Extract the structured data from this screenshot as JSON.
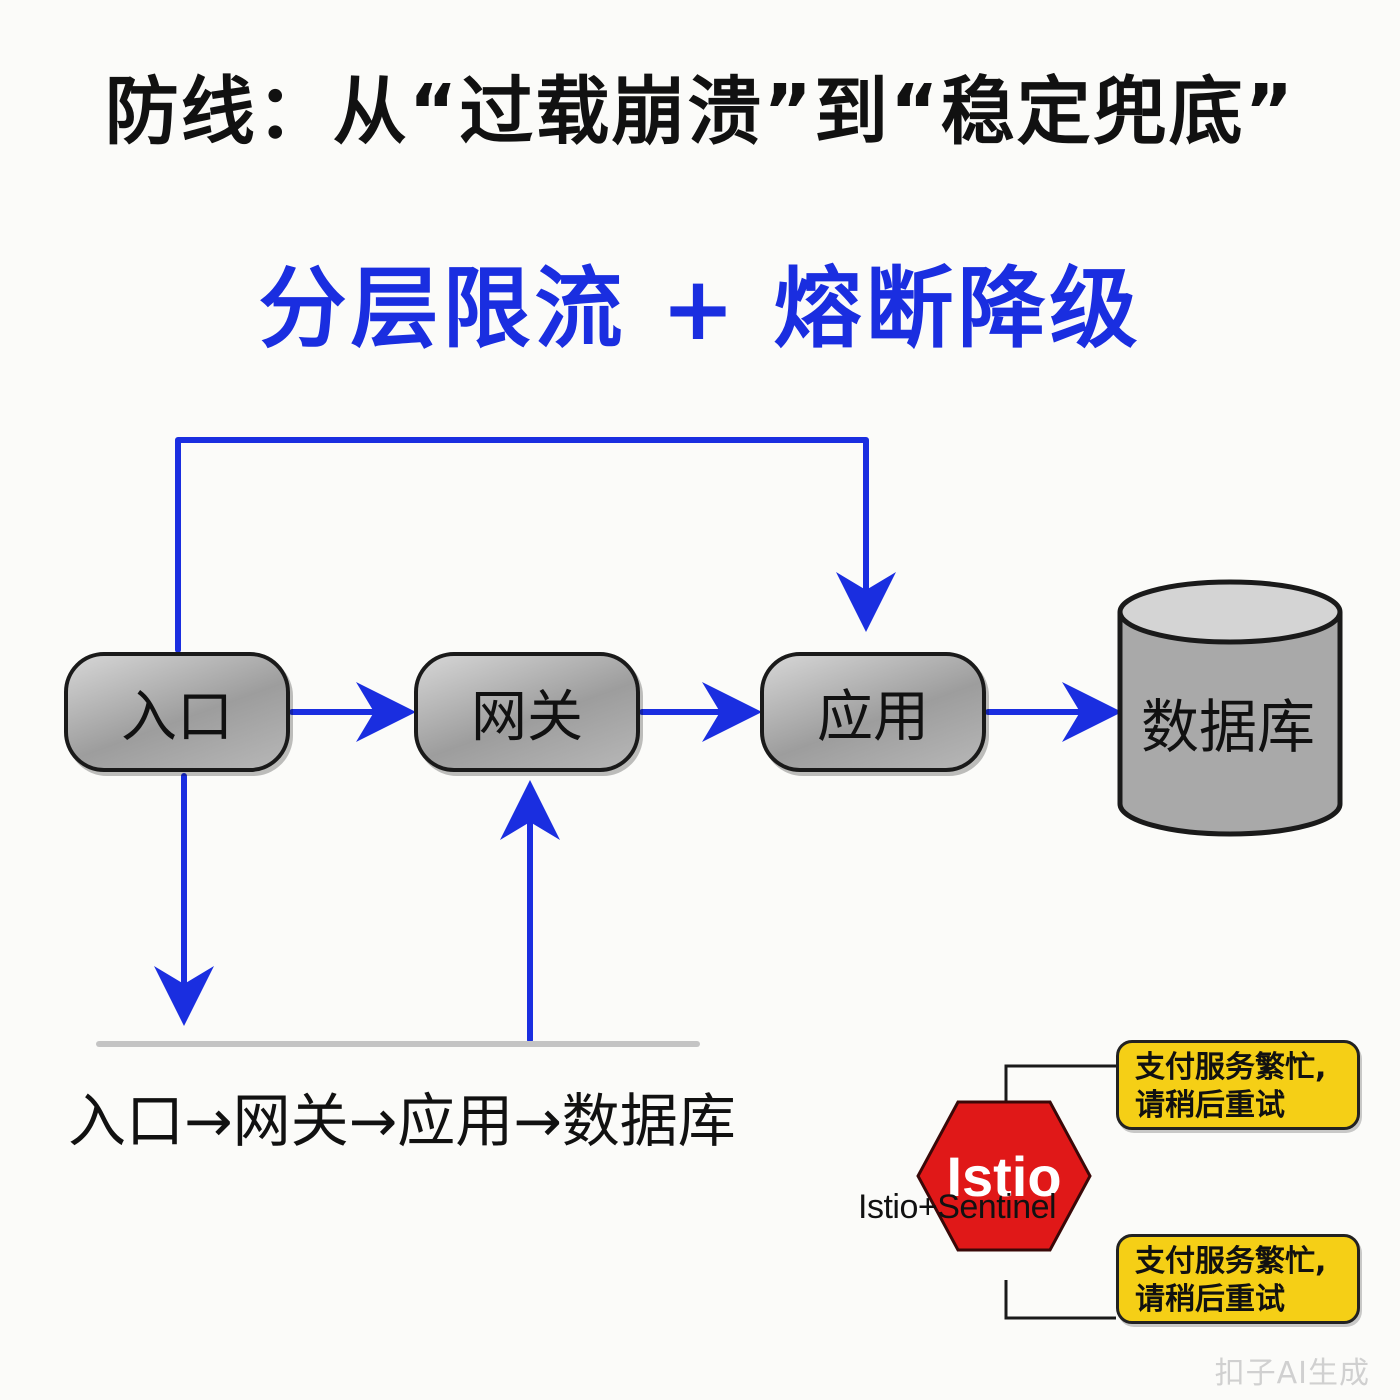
{
  "header": {
    "title": "防线：从“过载崩溃”到“稳定兜底”",
    "subtitle": "分层限流 + 熔断降级"
  },
  "nodes": {
    "entry": "入口",
    "gateway": "网关",
    "application": "应用",
    "database": "数据库"
  },
  "flow_text": "入口→网关→应用→数据库",
  "istio": {
    "hex_label": "Istio",
    "caption": "Istio+Sentinel",
    "bubbles": [
      {
        "line1": "支付服务繁忙,",
        "line2": "请稍后重试"
      },
      {
        "line1": "支付服务繁忙,",
        "line2": "请稍后重试"
      }
    ]
  },
  "watermark": "扣子AI生成",
  "colors": {
    "arrow_blue": "#1a2ee0",
    "title_blue": "#1a2ee0",
    "hexagon_red": "#e01818",
    "bubble_yellow": "#f5cf16",
    "node_gray": "#a6a6a6"
  }
}
